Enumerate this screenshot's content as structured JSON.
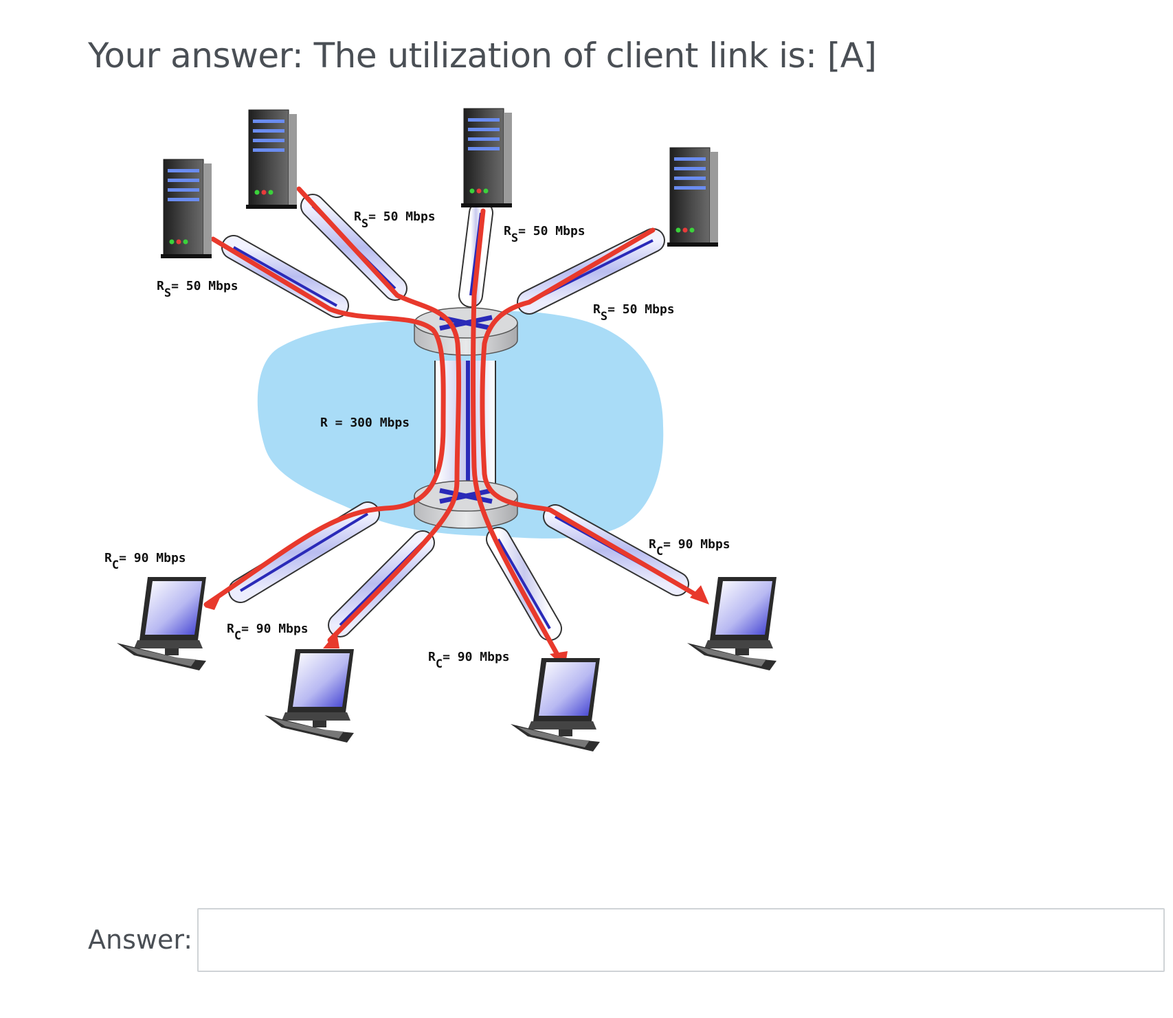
{
  "question": {
    "title": "Your answer: The utilization of client link is: [A]"
  },
  "figure": {
    "server_link_label": {
      "symbol": "R",
      "subscript": "S",
      "rate": "= 50 Mbps"
    },
    "client_link_label": {
      "symbol": "R",
      "subscript": "C",
      "rate": "= 90 Mbps"
    },
    "bottleneck_label": "R = 300 Mbps",
    "server_count": 4,
    "client_count": 4,
    "colors": {
      "flow": "#e8392c",
      "network_cloud": "#a9dcf7",
      "pipe_fill": "#d6d8f4",
      "pipe_core": "#2a2ab8",
      "router": "#cfd0d3"
    }
  },
  "answer": {
    "label": "Answer:",
    "value": "",
    "placeholder": ""
  }
}
